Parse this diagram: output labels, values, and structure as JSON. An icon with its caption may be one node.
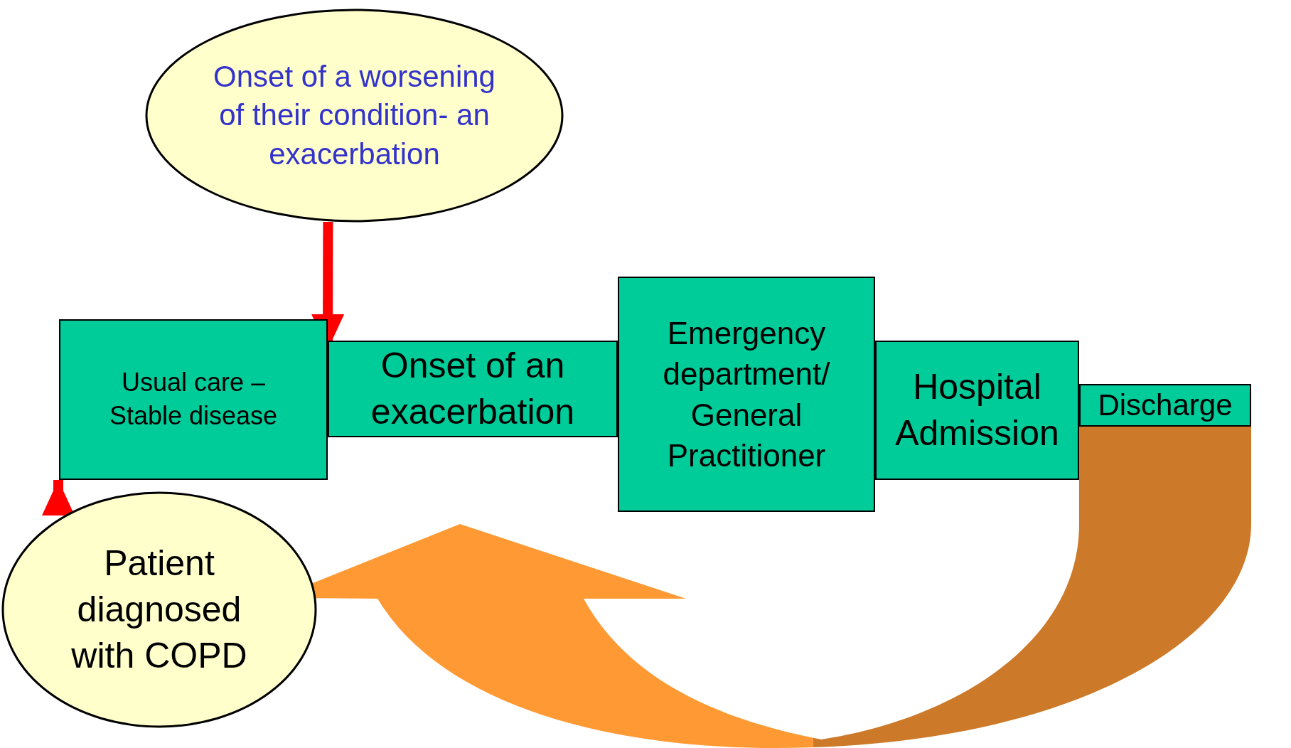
{
  "diagram": {
    "nodes": [
      {
        "text": [
          "Onset of a worsening of their condition- an exacerbation"
        ]
      },
      {
        "text": [
          "Usual care – Stable disease"
        ]
      },
      {
        "text": [
          "Onset of an exacerbation"
        ]
      },
      {
        "text": [
          "Emergency department/ General Practitioner"
        ]
      },
      {
        "text": [
          "Hospital Admission"
        ]
      },
      {
        "text": [
          "Discharge"
        ]
      },
      {
        "text": [
          "Patient diagnosed with COPD"
        ]
      }
    ],
    "edges": [
      {
        "from": 0,
        "to": 1,
        "arrow": "to",
        "color": "#ff0000"
      },
      {
        "from": 6,
        "to": 1,
        "arrow": "to",
        "color": "#ff0000"
      },
      {
        "from": 5,
        "to": 6,
        "arrow": "to",
        "style": "thick",
        "color": "#ff9933"
      }
    ]
  }
}
